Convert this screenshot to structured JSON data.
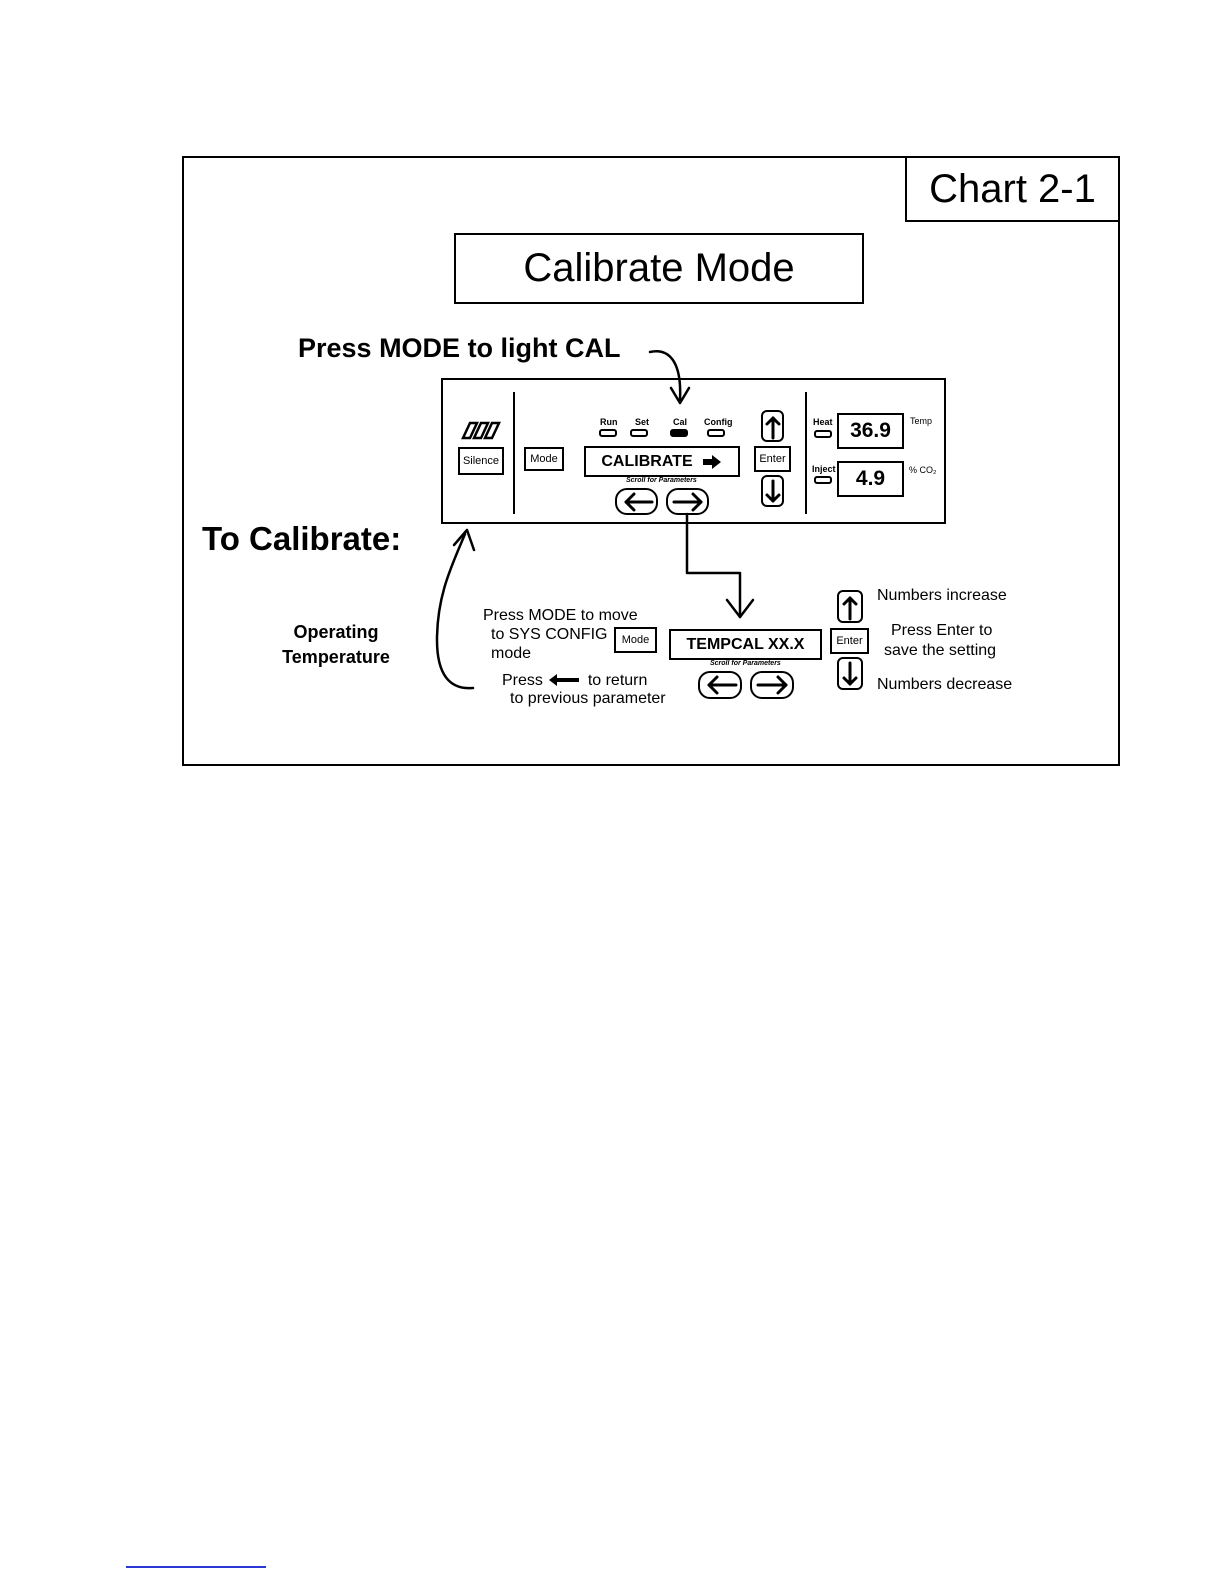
{
  "chart_tag": "Chart 2-1",
  "mode_title": "Calibrate Mode",
  "instruction_top": "Press MODE to light CAL",
  "to_calibrate": "To Calibrate:",
  "panel": {
    "silence_label": "Silence",
    "mode_label": "Mode",
    "leds": [
      "Run",
      "Set",
      "Cal",
      "Config"
    ],
    "active_led": "Cal",
    "display_text": "CALIBRATE",
    "scroll_label": "Scroll for Parameters",
    "enter_label": "Enter",
    "heat_label": "Heat",
    "inject_label": "Inject",
    "temp_value": "36.9",
    "temp_label": "Temp",
    "co2_value": "4.9",
    "co2_label": "% CO₂"
  },
  "sub_panel": {
    "mode_label": "Mode",
    "display_text": "TEMPCAL  XX.X",
    "scroll_label": "Scroll for Parameters",
    "enter_label": "Enter"
  },
  "notes": {
    "operating_temp_1": "Operating",
    "operating_temp_2": "Temperature",
    "press_mode_1": "Press MODE to move",
    "press_mode_2": "to SYS CONFIG",
    "press_mode_3": "mode",
    "press_left_a": "Press",
    "press_left_b": "to return",
    "press_left_2": "to previous parameter",
    "numbers_increase": "Numbers increase",
    "press_enter_1": "Press Enter to",
    "press_enter_2": "save the setting",
    "numbers_decrease": "Numbers decrease"
  }
}
